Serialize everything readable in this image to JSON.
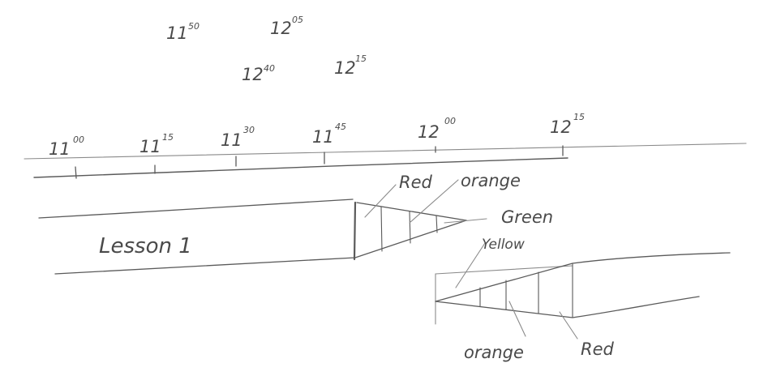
{
  "top_times": [
    {
      "hour": "11",
      "minute": "50"
    },
    {
      "hour": "12",
      "minute": "05"
    },
    {
      "hour": "12",
      "minute": "40"
    },
    {
      "hour": "12",
      "minute": "15"
    }
  ],
  "timeline": {
    "ticks": [
      {
        "hour": "11",
        "minute": "00"
      },
      {
        "hour": "11",
        "minute": "15"
      },
      {
        "hour": "11",
        "minute": "30"
      },
      {
        "hour": "11",
        "minute": "45"
      },
      {
        "hour": "12",
        "minute": "00"
      },
      {
        "hour": "12",
        "minute": "15"
      }
    ]
  },
  "lesson": {
    "label": "Lesson 1"
  },
  "upper_funnel_labels": {
    "red": "Red",
    "orange": "orange",
    "green": "Green",
    "yellow": "Yellow"
  },
  "lower_funnel_labels": {
    "orange": "orange",
    "red": "Red"
  },
  "colors": {
    "ink": "#5a5a5a",
    "background": "#ffffff"
  }
}
